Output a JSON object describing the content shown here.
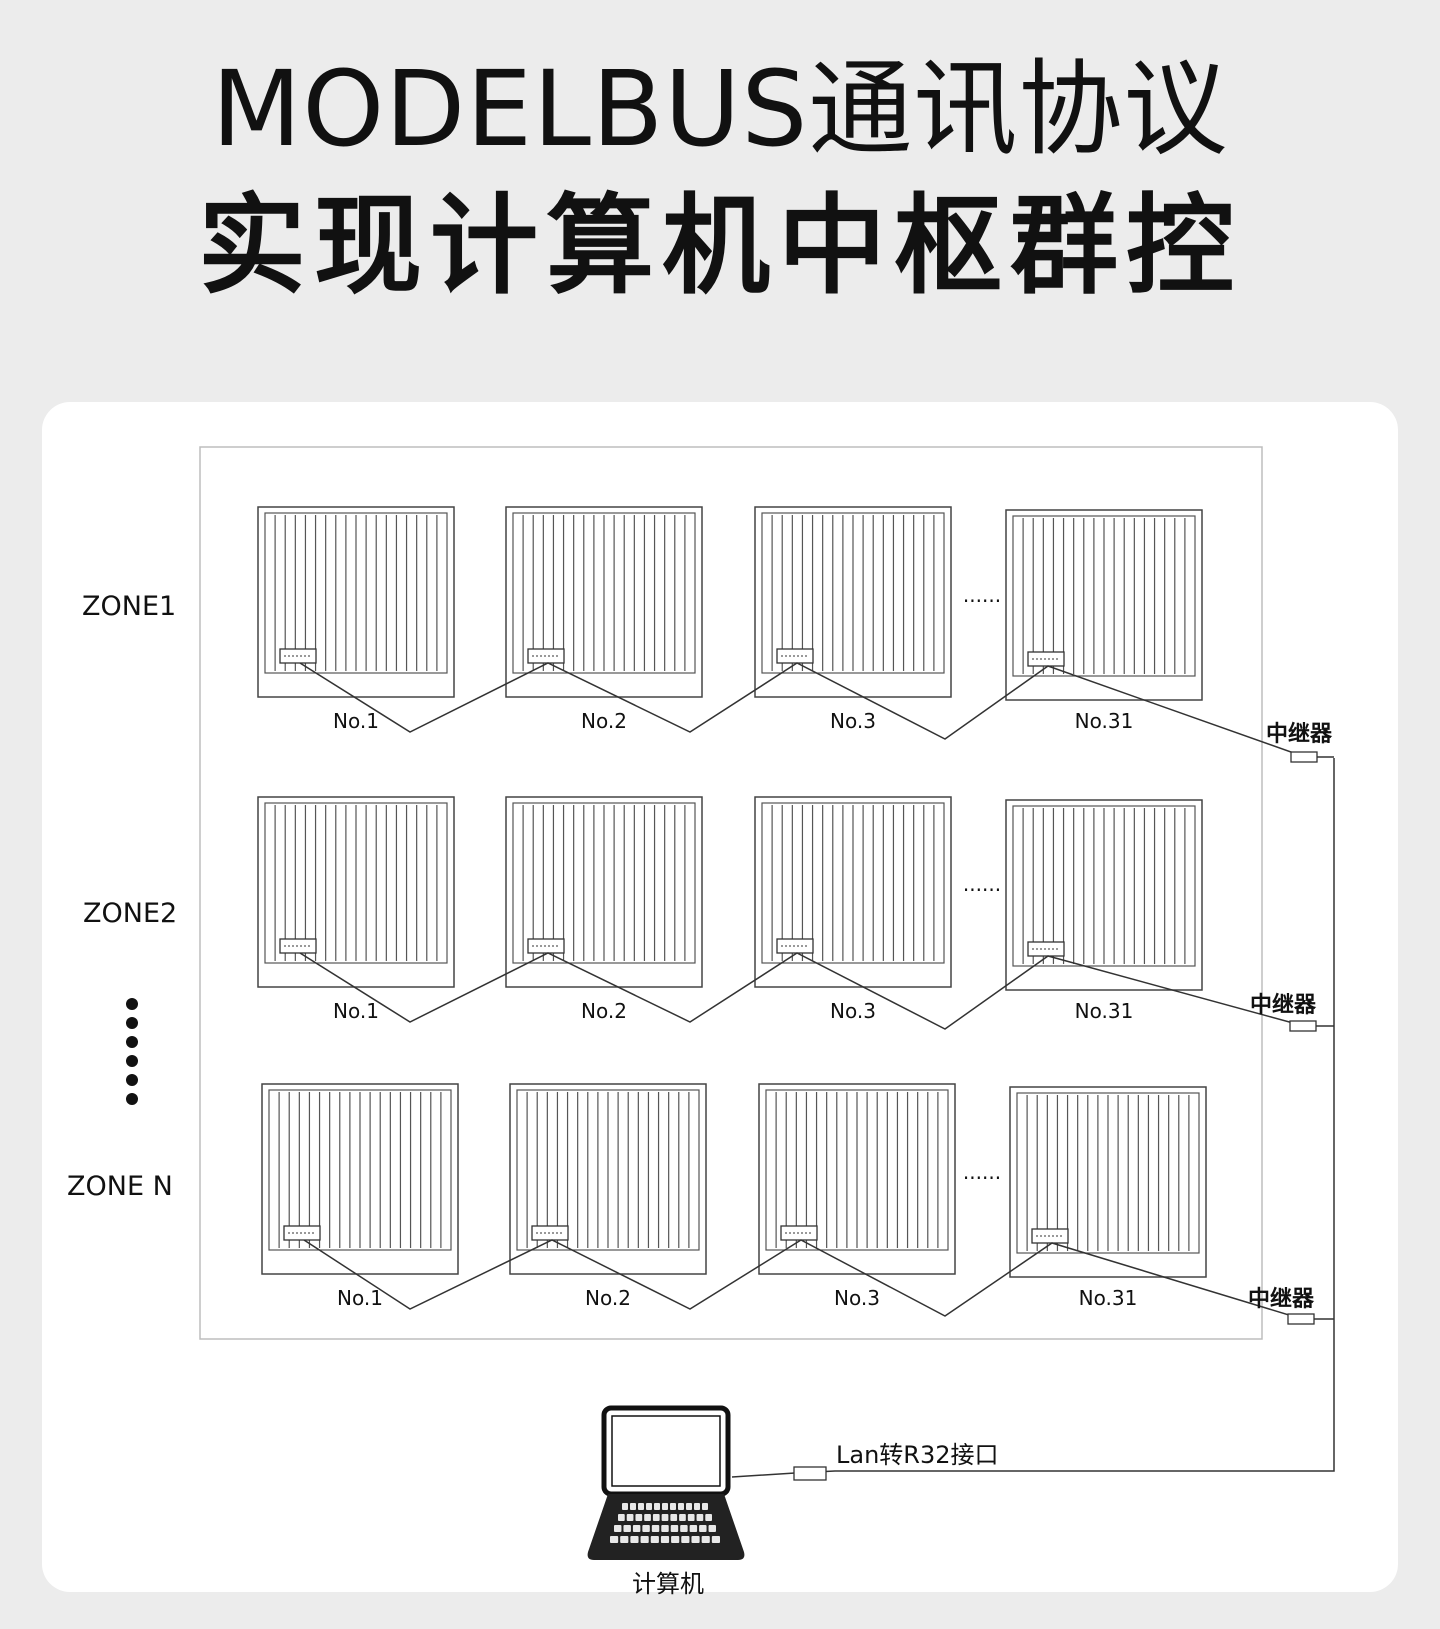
{
  "title": {
    "line1": "MODELBUS通讯协议",
    "line2": "实现计算机中枢群控"
  },
  "diagram": {
    "zones": [
      {
        "label": "ZONE1",
        "units": [
          "No.1",
          "No.2",
          "No.3",
          "No.31"
        ],
        "repeater": "中继器"
      },
      {
        "label": "ZONE2",
        "units": [
          "No.1",
          "No.2",
          "No.3",
          "No.31"
        ],
        "repeater": "中继器"
      },
      {
        "label": "ZONE N",
        "units": [
          "No.1",
          "No.2",
          "No.3",
          "No.31"
        ],
        "repeater": "中继器"
      }
    ],
    "ellipsis": "......",
    "interface_label": "Lan转R32接口",
    "computer_label": "计算机"
  }
}
